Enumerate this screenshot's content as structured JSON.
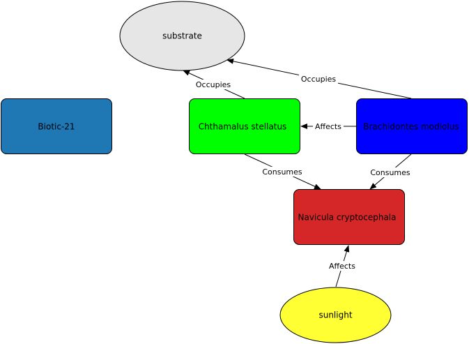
{
  "nodes": {
    "substrate": {
      "label": "substrate",
      "shape": "ellipse",
      "fill": "#e6e6e6"
    },
    "biotic21": {
      "label": "Biotic-21",
      "shape": "rect",
      "fill": "#1f77b4"
    },
    "chthamalus": {
      "label": "Chthamalus stellatus",
      "shape": "rect",
      "fill": "#00ff00"
    },
    "brachidontes": {
      "label": "Brachidontes modiolus",
      "shape": "rect",
      "fill": "#0000ff"
    },
    "navicula": {
      "label": "Navicula cryptocephala",
      "shape": "rect",
      "fill": "#d62728"
    },
    "sunlight": {
      "label": "sunlight",
      "shape": "ellipse",
      "fill": "#ffff33"
    }
  },
  "edges": [
    {
      "from": "Chthamalus stellatus",
      "to": "substrate",
      "label": "Occupies"
    },
    {
      "from": "Brachidontes modiolus",
      "to": "substrate",
      "label": "Occupies"
    },
    {
      "from": "Brachidontes modiolus",
      "to": "Chthamalus stellatus",
      "label": "Affects"
    },
    {
      "from": "Chthamalus stellatus",
      "to": "Navicula cryptocephala",
      "label": "Consumes"
    },
    {
      "from": "Brachidontes modiolus",
      "to": "Navicula cryptocephala",
      "label": "Consumes"
    },
    {
      "from": "sunlight",
      "to": "Navicula cryptocephala",
      "label": "Affects"
    }
  ]
}
